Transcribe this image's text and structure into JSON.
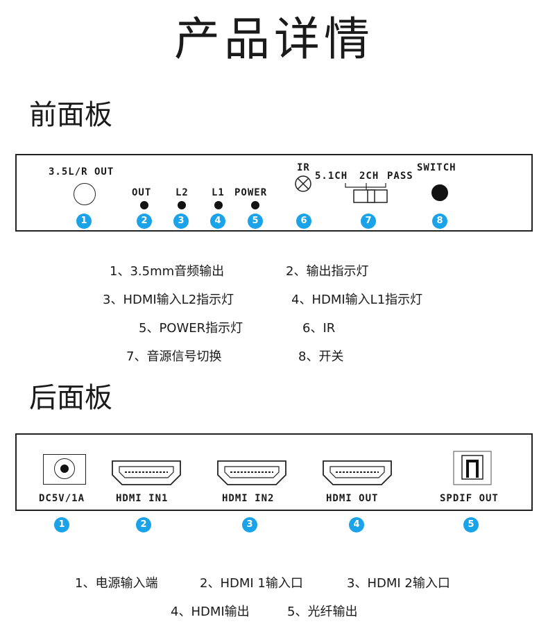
{
  "page_title": "产品详情",
  "front": {
    "heading": "前面板",
    "labels": {
      "audio_out": "3.5L/R OUT",
      "out": "OUT",
      "l2": "L2",
      "l1": "L1",
      "power": "POWER",
      "ir": "IR",
      "ch51": "5.1CH",
      "ch2": "2CH",
      "pass": "PASS",
      "switch": "SWITCH"
    },
    "badges": [
      "1",
      "2",
      "3",
      "4",
      "5",
      "6",
      "7",
      "8"
    ],
    "descriptions": [
      "1、3.5mm音频输出",
      "2、输出指示灯",
      "3、HDMI输入L2指示灯",
      "4、HDMI输入L1指示灯",
      "5、POWER指示灯",
      "6、IR",
      "7、音源信号切换",
      "8、开关"
    ]
  },
  "back": {
    "heading": "后面板",
    "labels": {
      "dc": "DC5V/1A",
      "hdmi_in1": "HDMI IN1",
      "hdmi_in2": "HDMI IN2",
      "hdmi_out": "HDMI OUT",
      "spdif_out": "SPDIF OUT"
    },
    "badges": [
      "1",
      "2",
      "3",
      "4",
      "5"
    ],
    "descriptions": [
      "1、电源输入端",
      "2、HDMI 1输入口",
      "3、HDMI 2输入口",
      "4、HDMI输出",
      "5、光纤输出"
    ]
  }
}
